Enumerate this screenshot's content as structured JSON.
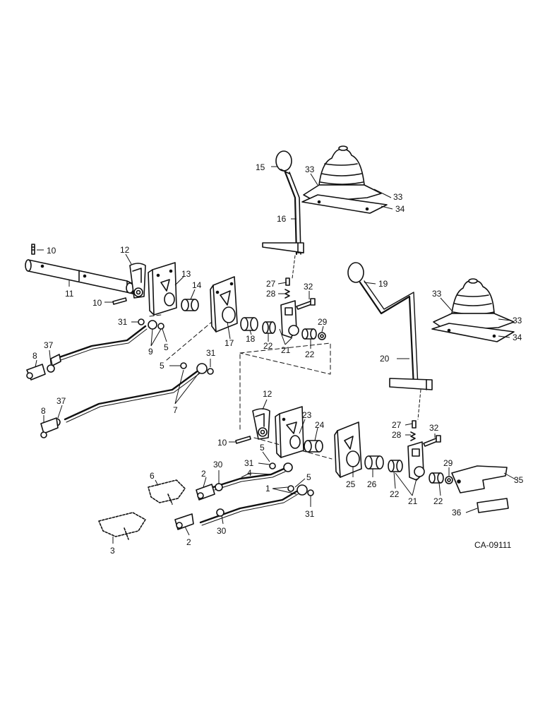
{
  "diagram": {
    "code": "CA-09111",
    "callouts": [
      "10",
      "12",
      "11",
      "10",
      "13",
      "14",
      "31",
      "9",
      "5",
      "37",
      "8",
      "5",
      "31",
      "7",
      "37",
      "8",
      "15",
      "16",
      "33",
      "33",
      "34",
      "27",
      "28",
      "32",
      "17",
      "18",
      "22",
      "21",
      "29",
      "22",
      "19",
      "33",
      "33",
      "34",
      "20",
      "12",
      "10",
      "23",
      "24",
      "27",
      "28",
      "32",
      "31",
      "5",
      "4",
      "30",
      "2",
      "6",
      "5",
      "1",
      "31",
      "30",
      "2",
      "3",
      "25",
      "26",
      "22",
      "21",
      "29",
      "22",
      "35",
      "36"
    ]
  }
}
